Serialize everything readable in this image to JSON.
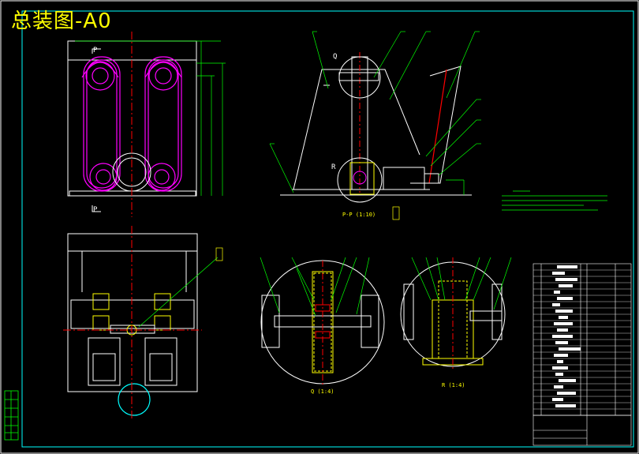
{
  "drawing": {
    "title": "总装图-A0",
    "view_labels": {
      "section_pp": "P-P (1:10)",
      "detail_q": "Q (1:4)",
      "detail_r": "R (1:4)",
      "cut_p": "P",
      "detail_q_mark": "Q",
      "detail_r_mark": "R"
    }
  },
  "colors": {
    "background": "#000000",
    "outline": "#ffffff",
    "centerline": "#ff0000",
    "belt": "#ff00ff",
    "dimension": "#00ff00",
    "annotation": "#ffff00",
    "hatch": "#ffff00",
    "pipe": "#00ffff"
  }
}
